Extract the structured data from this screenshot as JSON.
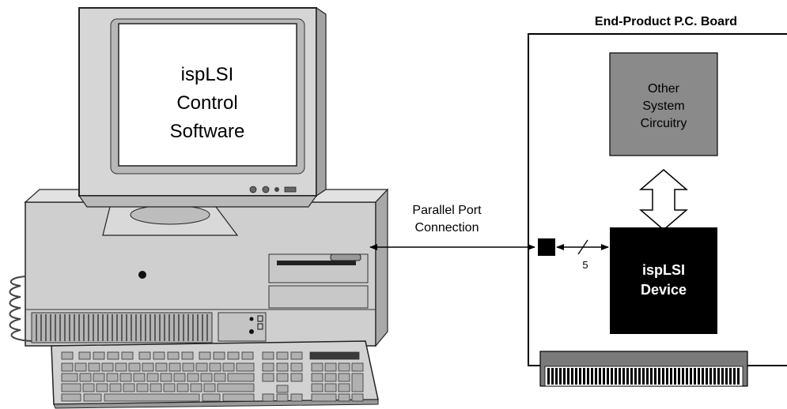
{
  "screen_text": {
    "line1": "ispLSI",
    "line2": "Control",
    "line3": "Software"
  },
  "connection": {
    "line1": "Parallel Port",
    "line2": "Connection",
    "bus_width": "5"
  },
  "board": {
    "title": "End-Product P.C. Board",
    "other": {
      "line1": "Other",
      "line2": "System",
      "line3": "Circuitry"
    },
    "device": {
      "line1": "ispLSI",
      "line2": "Device"
    }
  },
  "colors": {
    "other_block_fill": "#8a8a8a",
    "device_block_fill": "#000000",
    "monitor_body": "#d6d6d6",
    "case_body": "#cfcfcf"
  }
}
